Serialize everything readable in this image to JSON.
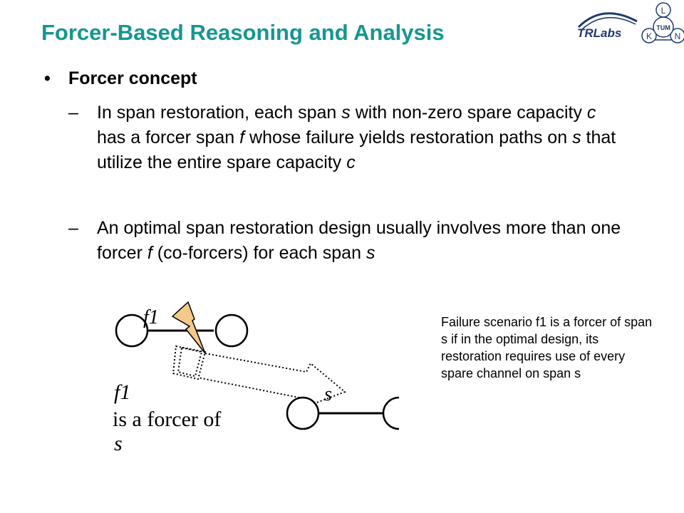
{
  "slide": {
    "title": "Forcer-Based Reasoning and Analysis",
    "bullet": {
      "marker": "•",
      "label": "Forcer concept"
    },
    "subpoints": [
      {
        "marker": "–",
        "parts": [
          "In span restoration, each span ",
          "s",
          " with non-zero spare capacity ",
          "c",
          " has a forcer span ",
          "f",
          " whose failure yields restoration paths on ",
          "s",
          " that utilize the entire spare capacity ",
          "c"
        ]
      },
      {
        "marker": "–",
        "parts": [
          "An optimal span restoration design usually involves more than one forcer ",
          "f",
          " (co-forcers) for each span ",
          "s"
        ]
      }
    ]
  },
  "logo": {
    "brand": "TRLabs",
    "circles": [
      "L",
      "K",
      "N"
    ],
    "center_mark": "TUM"
  },
  "diagram": {
    "label_f1_top": "f1",
    "label_s": "s",
    "statement_line1": "f1",
    "statement_line2": "is a forcer of",
    "statement_line3": "s"
  },
  "caption": "Failure scenario f1 is a forcer of span s if in the optimal design, its restoration requires use of every spare channel on span s",
  "colors": {
    "title": "#16968f",
    "lightning": "#f5c98a"
  }
}
